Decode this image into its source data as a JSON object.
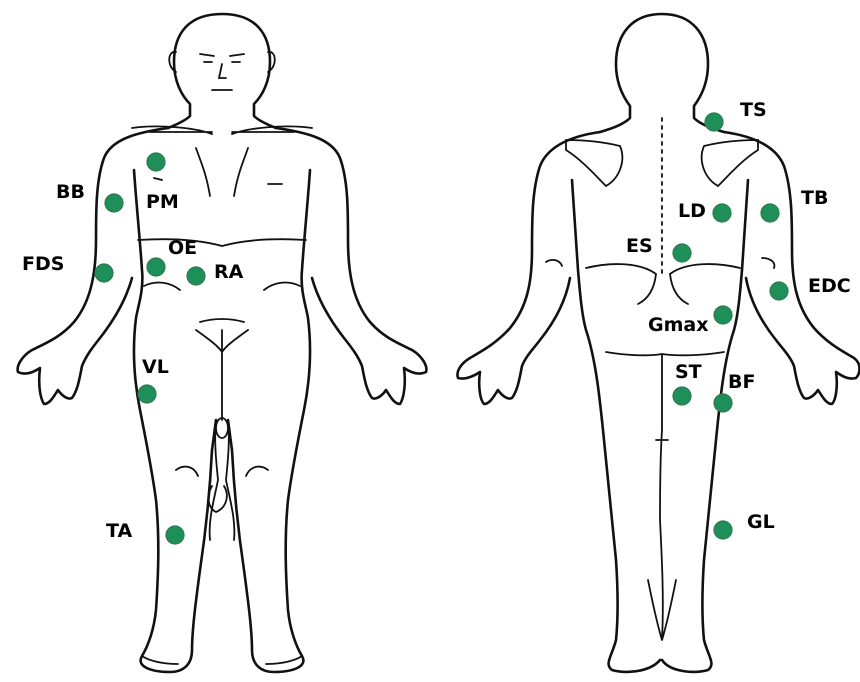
{
  "colors": {
    "electrode": "#1f8f5a",
    "outline": "#111111",
    "background": "#ffffff"
  },
  "front": {
    "labels": {
      "bb": "BB",
      "pm": "PM",
      "fds": "FDS",
      "oe": "OE",
      "ra": "RA",
      "vl": "VL",
      "ta": "TA"
    }
  },
  "back": {
    "labels": {
      "ts": "TS",
      "tb": "TB",
      "ld": "LD",
      "es": "ES",
      "edc": "EDC",
      "gmax": "Gmax",
      "st": "ST",
      "bf": "BF",
      "gl": "GL"
    }
  }
}
